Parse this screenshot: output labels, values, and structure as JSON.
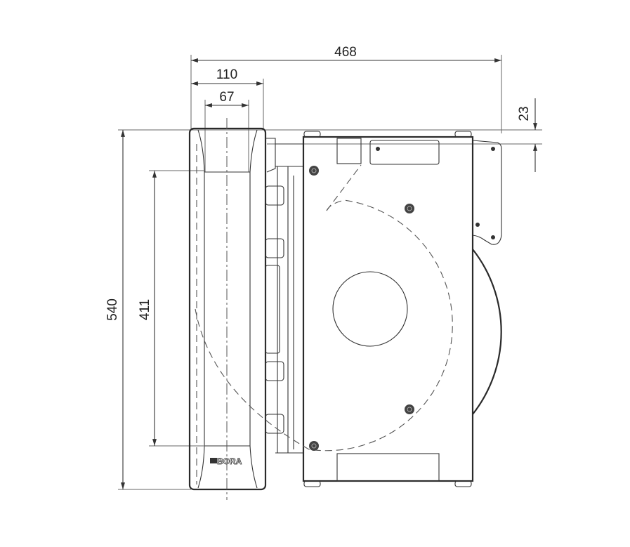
{
  "drawing": {
    "dimensions": {
      "overall_width": "468",
      "panel_depth": "110",
      "panel_inner_depth": "67",
      "overall_height": "540",
      "inner_height": "411",
      "top_offset": "23"
    },
    "brand_label": "BORA",
    "colors": {
      "line": "#2a2a2a",
      "background": "#ffffff"
    }
  }
}
